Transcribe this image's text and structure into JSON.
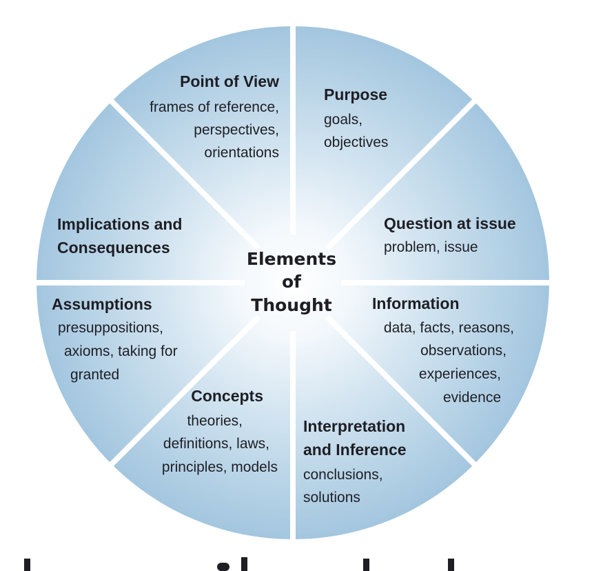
{
  "center": {
    "lines": [
      "Elements",
      "of",
      "Thought"
    ]
  },
  "segments": [
    {
      "id": "point-of-view",
      "title": "Point of View",
      "lines": [
        "frames of reference,",
        "perspectives,",
        "orientations"
      ]
    },
    {
      "id": "purpose",
      "title": "Purpose",
      "lines": [
        "goals,",
        "objectives"
      ]
    },
    {
      "id": "question-at-issue",
      "title": "Question at issue",
      "lines": [
        "problem, issue"
      ]
    },
    {
      "id": "information",
      "title": "Information",
      "lines": [
        "data, facts, reasons,",
        "observations,",
        "experiences,",
        "evidence"
      ]
    },
    {
      "id": "interpretation-and-inference",
      "title": "Interpretation and Inference",
      "title_lines": [
        "Interpretation",
        "and Inference"
      ],
      "lines": [
        "conclusions,",
        "solutions"
      ]
    },
    {
      "id": "concepts",
      "title": "Concepts",
      "lines": [
        "theories,",
        "definitions, laws,",
        "principles, models"
      ]
    },
    {
      "id": "assumptions",
      "title": "Assumptions",
      "lines": [
        "presuppositions,",
        "axioms, taking for",
        "granted"
      ]
    },
    {
      "id": "implications-and-consequences",
      "title": "Implications and Consequences",
      "title_lines": [
        "Implications and",
        "Consequences"
      ],
      "lines": []
    }
  ],
  "colors": {
    "outer": "#a3c6df",
    "center": "#ffffff",
    "divider": "#ffffff",
    "text": "#1e1e24"
  }
}
